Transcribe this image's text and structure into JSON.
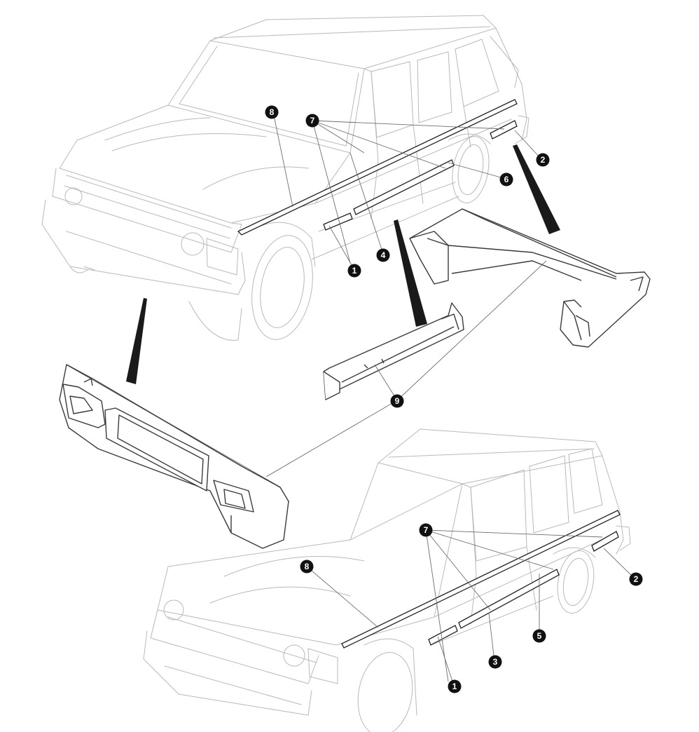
{
  "callouts": {
    "c1_top": "1",
    "c2_top": "2",
    "c4_top": "4",
    "c6_top": "6",
    "c7_top": "7",
    "c8_top": "8",
    "c9": "9",
    "c1_bottom": "1",
    "c2_bottom": "2",
    "c3_bottom": "3",
    "c5_bottom": "5",
    "c7_bottom": "7",
    "c8_bottom": "8"
  },
  "colors": {
    "line": "#b9b9b9",
    "part_outline": "#3a3a3a",
    "callout_fill": "#111111",
    "callout_text": "#ffffff"
  }
}
